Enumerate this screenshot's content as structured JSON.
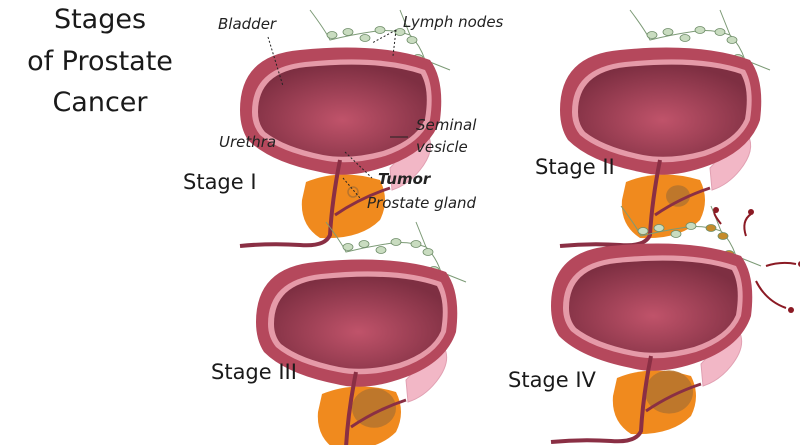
{
  "title": {
    "line1": "Stages",
    "line2": "of Prostate",
    "line3": "Cancer"
  },
  "stages": [
    {
      "label": "Stage I",
      "tumor": "small"
    },
    {
      "label": "Stage II",
      "tumor": "medium"
    },
    {
      "label": "Stage III",
      "tumor": "large"
    },
    {
      "label": "Stage IV",
      "tumor": "metastatic"
    }
  ],
  "annotations": {
    "bladder": "Bladder",
    "lymph_nodes": "Lymph nodes",
    "seminal_line1": "Seminal",
    "seminal_line2": "vesicle",
    "urethra": "Urethra",
    "tumor": "Tumor",
    "prostate": "Prostate gland"
  },
  "colors": {
    "bladder_wall": "#b5485c",
    "bladder_inner": "#7e2f42",
    "bladder_lining": "#e59aa8",
    "prostate": "#f08a1e",
    "tumor": "#b8742c",
    "vesicle": "#f2b7c6",
    "node": "#c9dcc0",
    "arrow": "#8b1a24"
  }
}
